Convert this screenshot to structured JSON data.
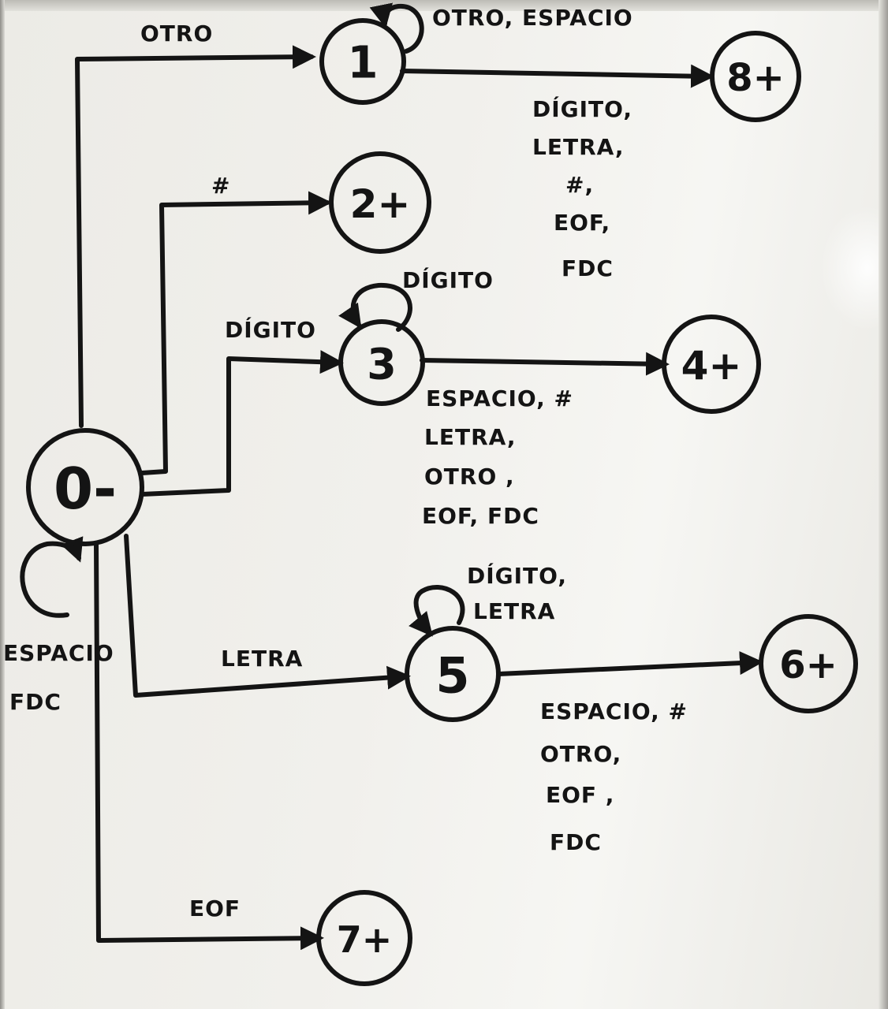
{
  "states": {
    "s0": "0-",
    "s1": "1",
    "s2": "2+",
    "s3": "3",
    "s4": "4+",
    "s5": "5",
    "s6": "6+",
    "s7": "7+",
    "s8": "8+"
  },
  "transitions": {
    "t0_0": [
      "ESPACIO",
      "FDC"
    ],
    "t0_1": "OTRO",
    "t1_1": "OTRO, ESPACIO",
    "t1_8": [
      "DÍGITO,",
      "LETRA,",
      "#,",
      "EOF,",
      "FDC"
    ],
    "t0_2": "#",
    "t0_3": "DÍGITO",
    "t3_3": "DÍGITO",
    "t3_4": [
      "ESPACIO, #",
      "LETRA,",
      "OTRO ,",
      "EOF, FDC"
    ],
    "t0_5": "LETRA",
    "t5_5": [
      "DÍGITO,",
      "LETRA"
    ],
    "t5_6": [
      "ESPACIO, #",
      "OTRO,",
      "EOF ,",
      "FDC"
    ],
    "t0_7": "EOF"
  }
}
